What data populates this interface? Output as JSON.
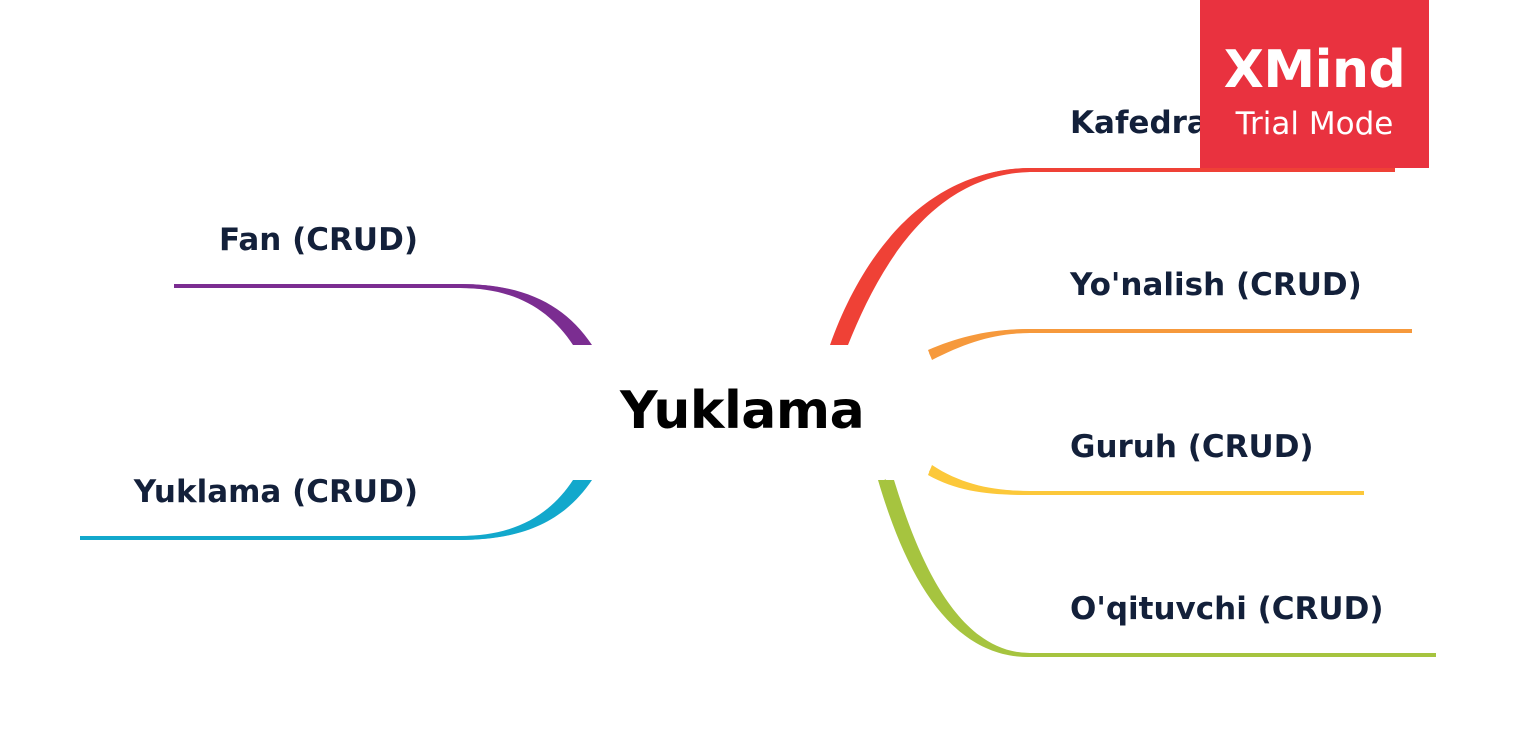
{
  "mindmap": {
    "central_topic": "Yuklama",
    "right_topics": [
      {
        "label": "Kafedra",
        "color": "#ef4136"
      },
      {
        "label": "Yo'nalish (CRUD)",
        "color": "#f6993c"
      },
      {
        "label": "Guruh (CRUD)",
        "color": "#fcc83a"
      },
      {
        "label": "O'qituvchi (CRUD)",
        "color": "#a6c43f"
      }
    ],
    "left_topics": [
      {
        "label": "Fan (CRUD)",
        "color": "#7b2d91"
      },
      {
        "label": "Yuklama (CRUD)",
        "color": "#12a8cc"
      }
    ]
  },
  "watermark": {
    "brand": "XMind",
    "subtitle": "Trial Mode",
    "color": "#e9323f"
  }
}
